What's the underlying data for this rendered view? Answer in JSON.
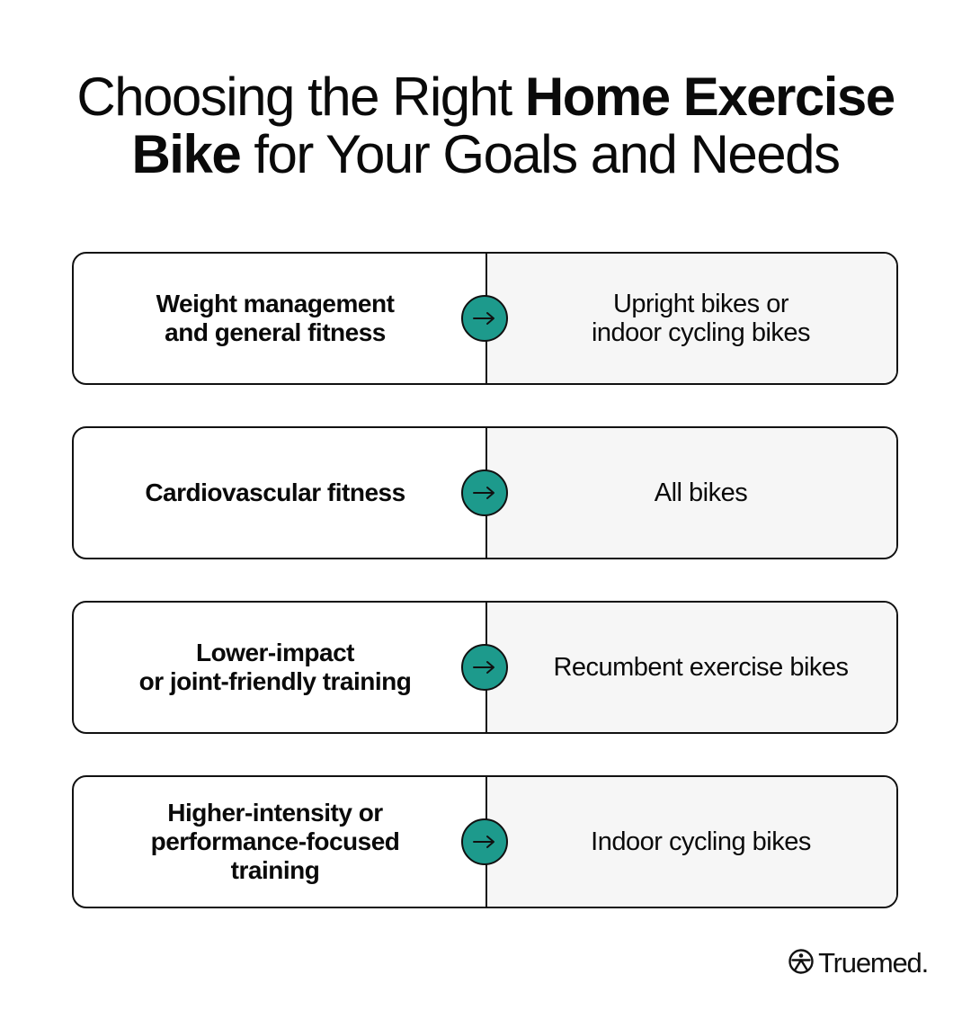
{
  "title": {
    "line1_regular": "Choosing the Right ",
    "line1_bold": "Home Exercise",
    "line2_bold": "Bike",
    "line2_regular": " for Your Goals and Needs"
  },
  "rows": [
    {
      "goal_lines": [
        "Weight management",
        "and general fitness"
      ],
      "recommendation_lines": [
        "Upright bikes or",
        "indoor cycling bikes"
      ]
    },
    {
      "goal_lines": [
        "Cardiovascular fitness"
      ],
      "recommendation_lines": [
        "All bikes"
      ]
    },
    {
      "goal_lines": [
        "Lower-impact",
        "or joint-friendly training"
      ],
      "recommendation_lines": [
        "Recumbent exercise bikes"
      ]
    },
    {
      "goal_lines": [
        "Higher-intensity or",
        "performance-focused",
        "training"
      ],
      "recommendation_lines": [
        "Indoor cycling bikes"
      ]
    }
  ],
  "icons": {
    "row_connector": "arrow-right-icon",
    "brand": "truemed-logo-icon"
  },
  "colors": {
    "accent": "#1d9a8c",
    "recommendation_bg": "#f6f6f6",
    "border": "#111111"
  },
  "logo": {
    "text": "Truemed."
  }
}
